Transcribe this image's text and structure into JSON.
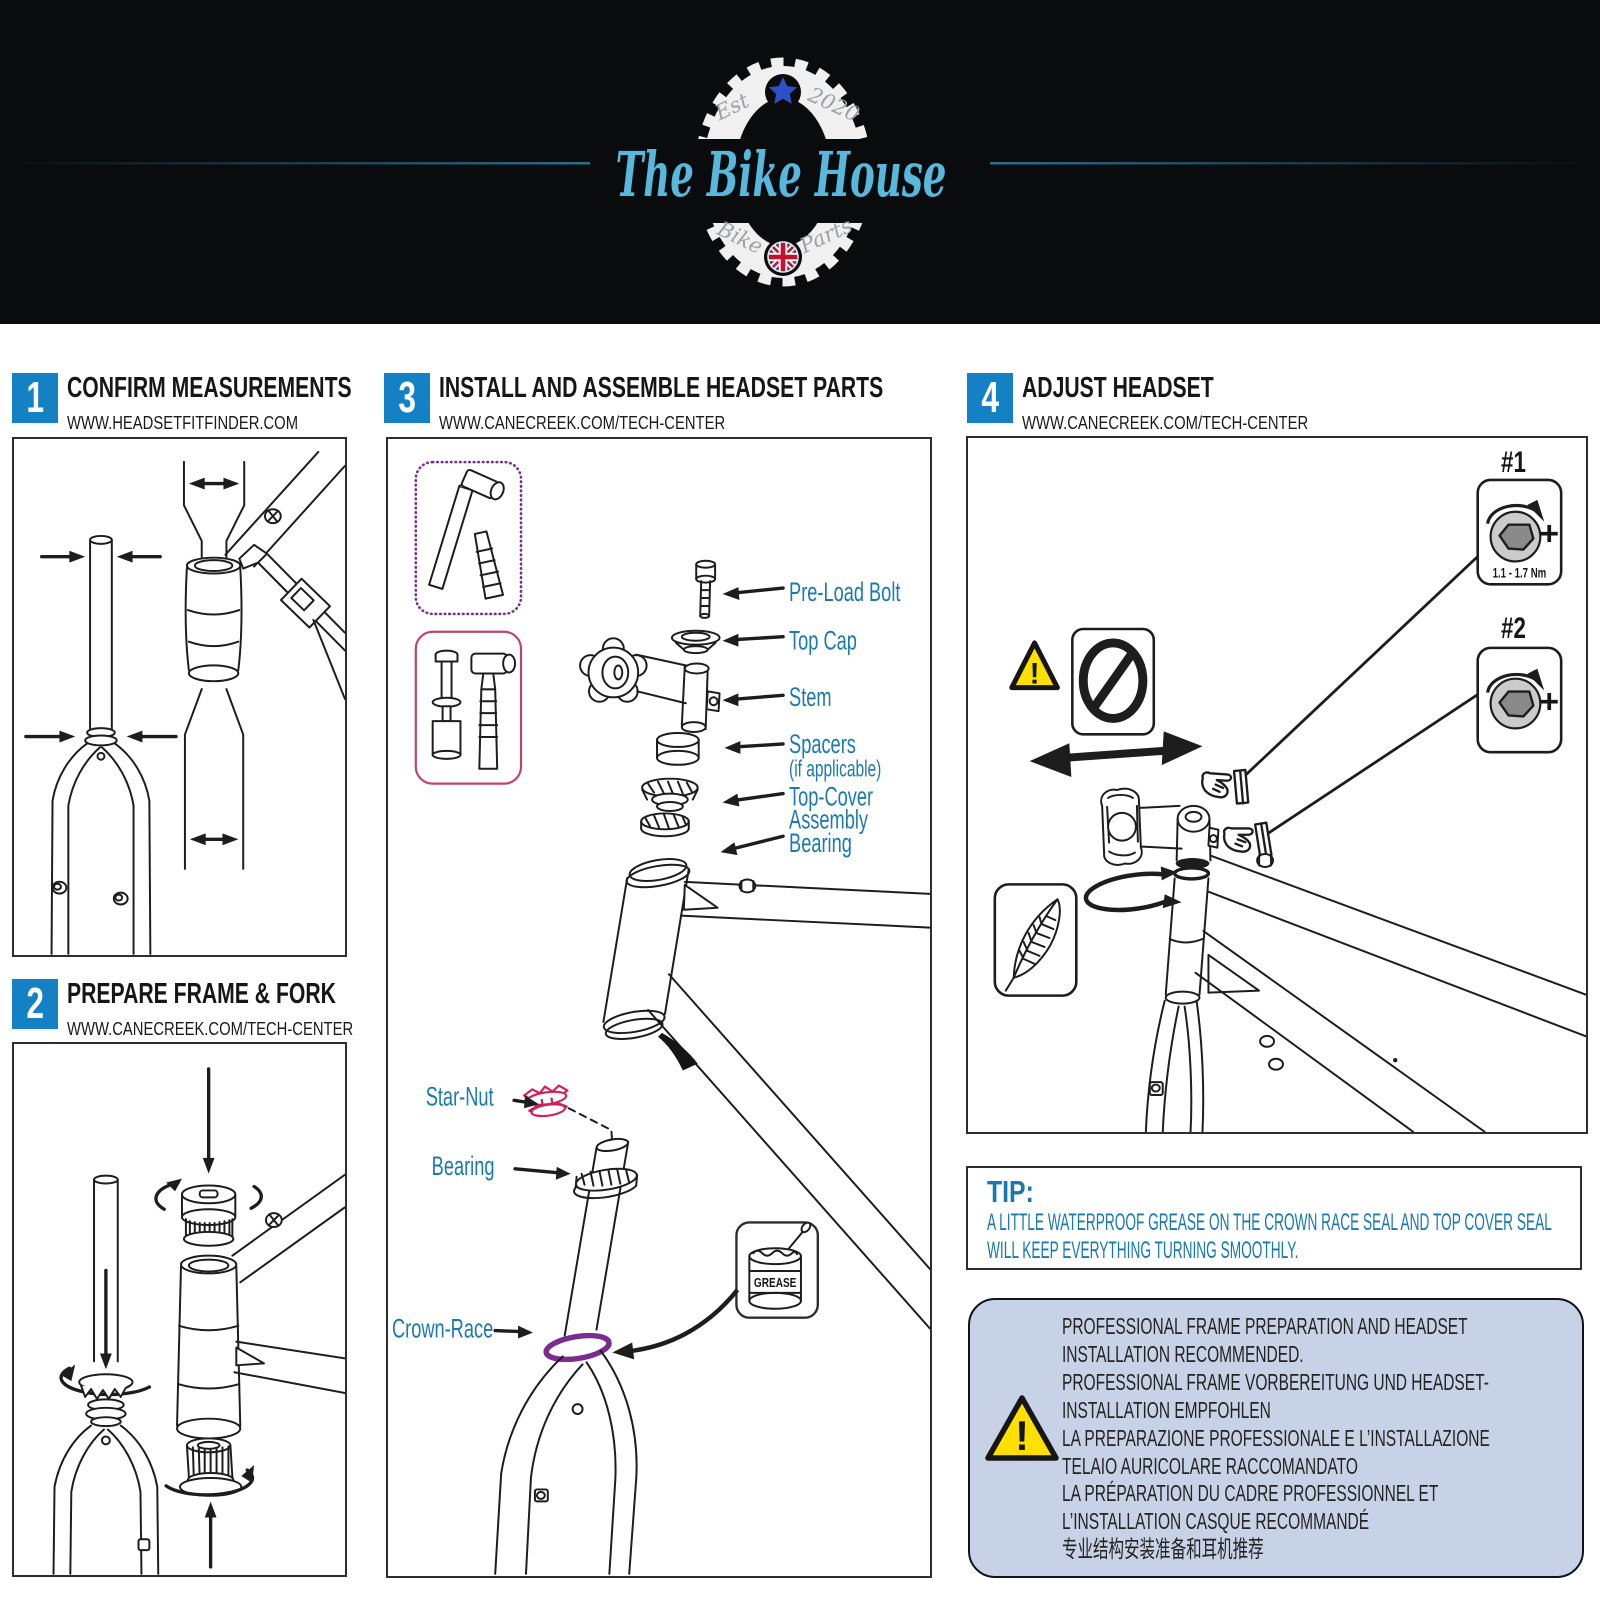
{
  "banner": {
    "est": "Est",
    "year": "2020",
    "brand": "The Bike House",
    "bottom_left": "Bike",
    "bottom_right": "Parts",
    "colors": {
      "background": "#0a0b0d",
      "script": "#57b8dc",
      "star": "#2b50c8",
      "gear": "#f2f2f2"
    }
  },
  "steps": [
    {
      "number": "1",
      "title": "CONFIRM MEASUREMENTS",
      "url": "WWW.HEADSETFITFINDER.COM"
    },
    {
      "number": "2",
      "title": "PREPARE FRAME & FORK",
      "url": "WWW.CANECREEK.COM/TECH-CENTER"
    },
    {
      "number": "3",
      "title": "INSTALL AND ASSEMBLE HEADSET PARTS",
      "url": "WWW.CANECREEK.COM/TECH-CENTER"
    },
    {
      "number": "4",
      "title": "ADJUST HEADSET",
      "url": "WWW.CANECREEK.COM/TECH-CENTER"
    }
  ],
  "step3": {
    "labels": {
      "preload": "Pre-Load Bolt",
      "topcap": "Top Cap",
      "stem": "Stem",
      "spacers": "Spacers",
      "spacers_note": "(if applicable)",
      "topcover_line1": "Top-Cover",
      "topcover_line2": "Assembly",
      "bearing_upper": "Bearing",
      "star_nut": "Star-Nut",
      "bearing_lower": "Bearing",
      "crown_race": "Crown-Race",
      "grease_can": "GREASE"
    },
    "colors": {
      "labels": "#1c7aae",
      "star_nut": "#d2205c",
      "crown_race": "#7a2d8e",
      "tool_box_1_border": "#7b2f8e",
      "tool_box_2_border": "#c2426b"
    }
  },
  "step4": {
    "callout_1": "#1",
    "callout_2": "#2",
    "torque": "1.1 - 1.7 Nm",
    "plus_1": "+",
    "plus_2": "+",
    "warning_mark": "!",
    "colors": {
      "warning_fill": "#ffdf00",
      "hex_outer": "#cbcbcb",
      "hex_inner": "#8a8a8a"
    }
  },
  "tip": {
    "heading": "TIP:",
    "line1": "A LITTLE WATERPROOF GREASE ON THE CROWN RACE SEAL AND TOP COVER SEAL",
    "line2": "WILL KEEP EVERYTHING TURNING SMOOTHLY."
  },
  "warning": {
    "mark": "!",
    "lines": [
      "PROFESSIONAL FRAME PREPARATION AND HEADSET",
      "INSTALLATION RECOMMENDED.",
      "PROFESSIONAL FRAME VORBEREITUNG UND HEADSET-",
      "INSTALLATION EMPFOHLEN",
      "LA PREPARAZIONE PROFESSIONALE E L’INSTALLAZIONE",
      "TELAIO AURICOLARE RACCOMANDATO",
      "LA PRÉPARATION DU CADRE PROFESSIONNEL ET",
      "L’INSTALLATION CASQUE RECOMMANDÉ",
      "专业结构安装准备和耳机推荐"
    ],
    "colors": {
      "background": "#c7d2e6",
      "triangle": "#ffdf00"
    }
  }
}
